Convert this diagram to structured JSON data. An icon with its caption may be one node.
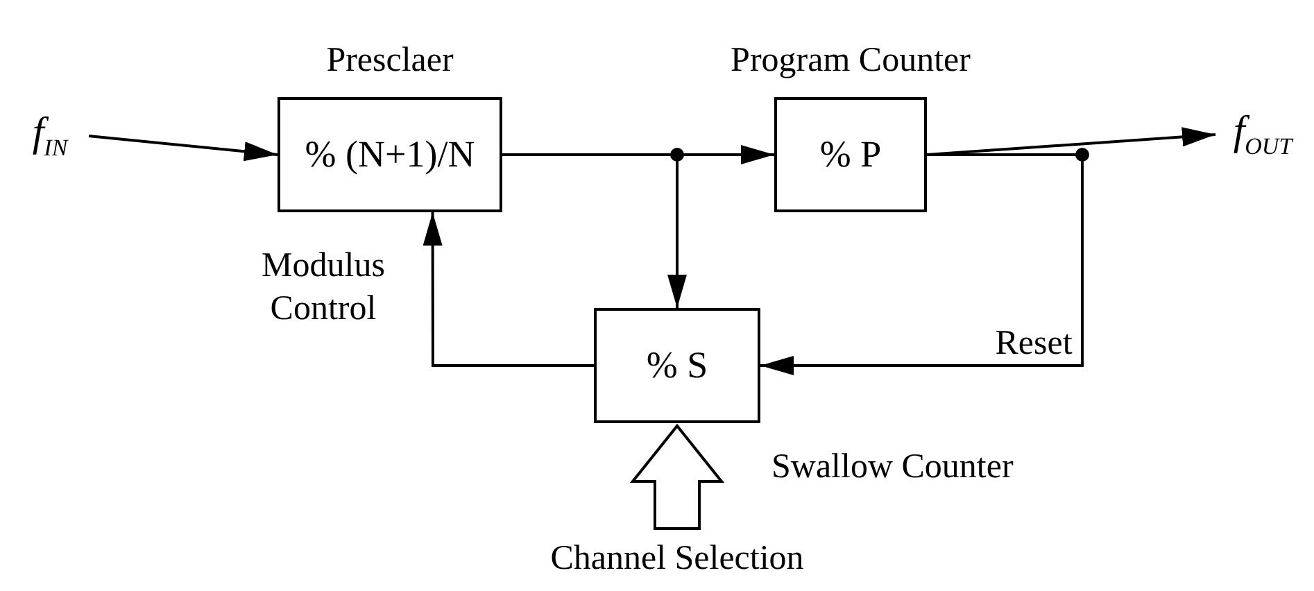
{
  "diagram": {
    "nodes": [
      {
        "text": [
          "f$_{IN}$"
        ]
      },
      {
        "text": [
          "Presclaer",
          "% (N+1)/N"
        ]
      },
      {
        "text": [
          "Program Counter",
          "% P"
        ]
      },
      {
        "text": [
          "f$_{OUT}$"
        ]
      },
      {
        "text": [
          "% S"
        ],
        "beside": [
          "Swallow Counter"
        ]
      },
      {
        "text": [
          "Channel Selection"
        ]
      }
    ],
    "edges": [
      {
        "from": 0,
        "to": 1,
        "arrow": "to"
      },
      {
        "from": 1,
        "to": 2,
        "arrow": "to"
      },
      {
        "from": 1,
        "to": 4,
        "arrow": "to"
      },
      {
        "from": 2,
        "to": 3,
        "arrow": "to"
      },
      {
        "from": 2,
        "to": 4,
        "arrow": "to",
        "label": "Reset"
      },
      {
        "from": 4,
        "to": 1,
        "arrow": "to",
        "label": "Modulus Control"
      },
      {
        "from": 5,
        "to": 4,
        "arrow": "to",
        "style": "thick"
      }
    ]
  }
}
